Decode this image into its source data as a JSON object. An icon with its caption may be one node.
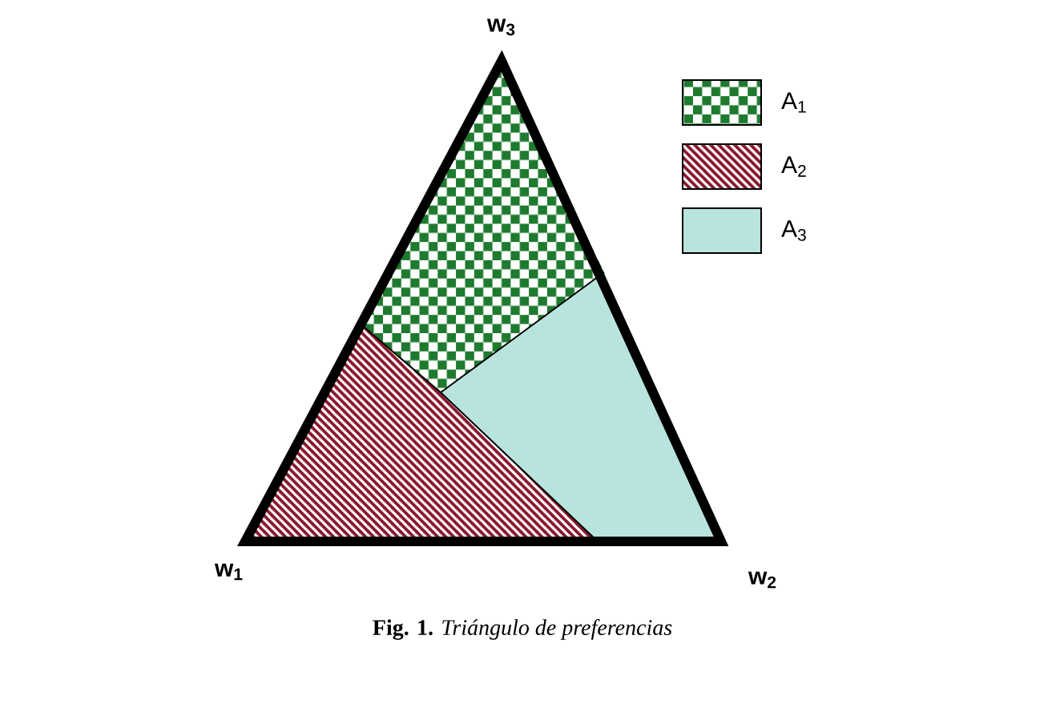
{
  "diagram": {
    "caption": "**Fig. 1.** *Triángulo de preferencias*",
    "labels": [
      "w$_{3}$",
      "w$_{1}$",
      "w$_{2}$"
    ],
    "legend": [
      {
        "text": "A$_{1}$",
        "color": "#1e7a2e"
      },
      {
        "text": "A$_{2}$",
        "color": "#8b1a2e"
      },
      {
        "text": "A$_{3}$",
        "color": "#b8e4dd"
      }
    ]
  }
}
